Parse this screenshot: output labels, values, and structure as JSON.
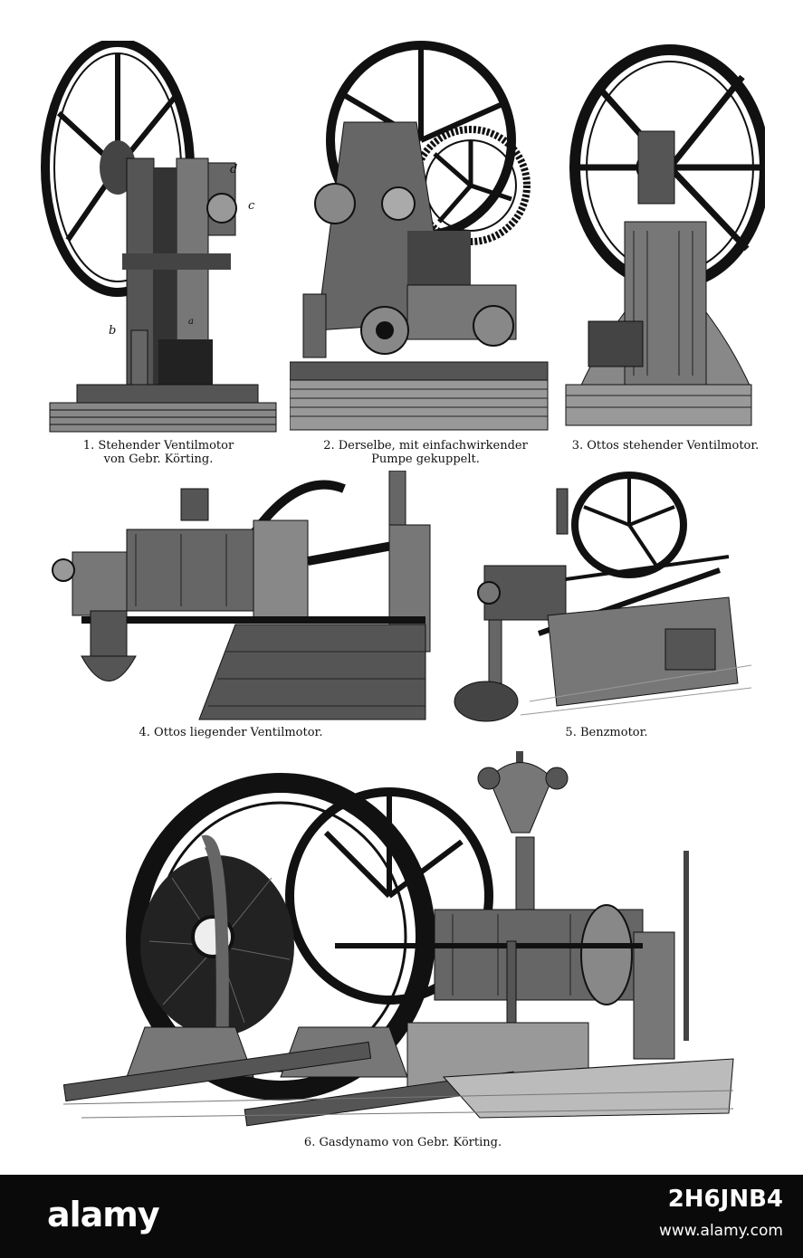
{
  "figures": [
    {
      "label": "1. Stehender Ventilmotor",
      "label2": "von Gebr. Körting."
    },
    {
      "label": "2. Derselbe, mit einfachwirkender",
      "label2": "Pumpe gekuppelt."
    },
    {
      "label": "3. Ottos stehender Ventilmotor."
    },
    {
      "label": "4. Ottos liegender Ventilmotor."
    },
    {
      "label": "5. Benzmotor."
    },
    {
      "label": "6. Gasdynamo von Gebr. Körting."
    }
  ],
  "part_letters": {
    "d": "d",
    "c": "c",
    "b": "b",
    "a": "a"
  },
  "watermark": {
    "brand": "alamy",
    "stock_id": "2H6JNB4",
    "site": "www.alamy.com"
  }
}
